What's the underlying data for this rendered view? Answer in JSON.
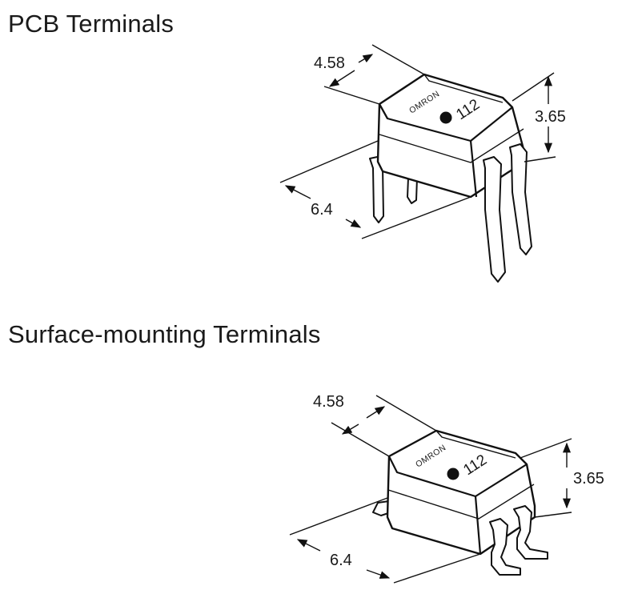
{
  "sections": [
    {
      "title": "PCB Terminals",
      "dimensions": {
        "width": "4.58",
        "height": "3.65",
        "length": "6.4"
      },
      "marking": {
        "brand": "OMRON",
        "code": "112"
      }
    },
    {
      "title": "Surface-mounting Terminals",
      "dimensions": {
        "width": "4.58",
        "height": "3.65",
        "length": "6.4"
      },
      "marking": {
        "brand": "OMRON",
        "code": "112"
      }
    }
  ]
}
